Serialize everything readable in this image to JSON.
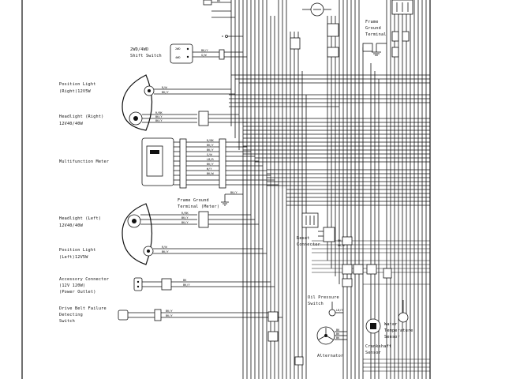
{
  "components": {
    "switch_2wd_4wd": [
      "2WD/4WD",
      "Shift Switch"
    ],
    "switch_positions": [
      "2WD",
      "4WD"
    ],
    "position_light_right": [
      "Position Light",
      "(Right)12V5W"
    ],
    "headlight_right": [
      "Headlight (Right)",
      "12V40/40W"
    ],
    "multifunction_meter": [
      "Multifunction Meter"
    ],
    "frame_ground_meter": [
      "Frame Ground",
      "Terminal (Meter)"
    ],
    "headlight_left": [
      "Headlight (Left)",
      "12V40/40W"
    ],
    "position_light_left": [
      "Position Light",
      "(Left)12V5W"
    ],
    "accessory_connector": [
      "Accessory Connector",
      "(12V 120W)",
      "(Power Outlet)"
    ],
    "drive_belt_switch": [
      "Drive Belt Failure",
      "Detecting",
      "Switch"
    ],
    "frame_ground_terminal": [
      "Frame",
      "Ground",
      "Terminal"
    ],
    "reset_connector": [
      "Reset",
      "Connector"
    ],
    "oil_pressure_switch": [
      "Oil Pressure",
      "Switch"
    ],
    "water_temp_sensor": [
      "Water",
      "Temperature",
      "Sensor"
    ],
    "alternator": [
      "Alternator"
    ],
    "crankshaft_sensor": [
      "Crankshaft",
      "Sensor"
    ]
  },
  "wire_codes": {
    "top": [
      "BK"
    ],
    "shift": [
      "BK/Y",
      "G/W"
    ],
    "position_right": [
      "R/W",
      "BK/Y"
    ],
    "headlight_right": [
      "R/BK",
      "BK/Y",
      "BK/Y"
    ],
    "meter": [
      "R/BK",
      "BK/Y",
      "BK/Y",
      "G/W",
      "LB/R",
      "BK/Y",
      "W/Y",
      "BK/W"
    ],
    "frame_ground_meter": [
      "BK/Y"
    ],
    "headlight_left": [
      "R/BK",
      "BK/Y",
      "BK/Y"
    ],
    "position_left": [
      "R/W",
      "BK/Y"
    ],
    "accessory": [
      "BK",
      "BK/Y"
    ],
    "drive_belt": [
      "BK/Y",
      "BK/Y"
    ],
    "reset": [
      "BK/Y",
      "BK/W"
    ],
    "oil": [
      "LB/Y"
    ],
    "alternator": [
      "BK",
      "BK",
      "BK"
    ]
  }
}
